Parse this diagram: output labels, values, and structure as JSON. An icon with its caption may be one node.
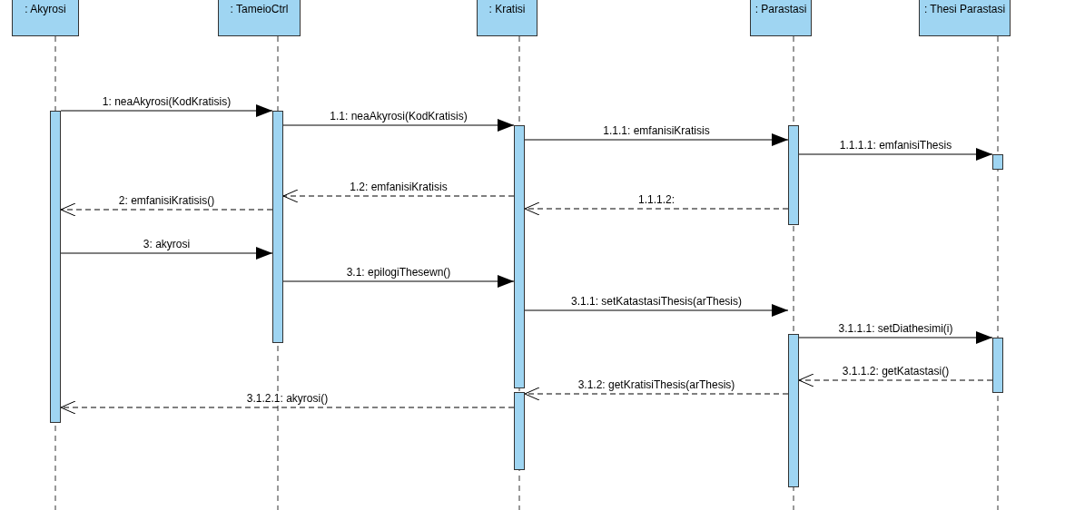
{
  "diagram": {
    "nodes": [
      {
        "text": [
          ": Akyrosi"
        ]
      },
      {
        "text": [
          ": TameioCtrl"
        ]
      },
      {
        "text": [
          ": Kratisi"
        ]
      },
      {
        "text": [
          ": Parastasi"
        ]
      },
      {
        "text": [
          ": Thesi Parastasi"
        ]
      },
      {
        "text": [],
        "shape": "bar"
      },
      {
        "text": [],
        "shape": "bar"
      },
      {
        "text": [],
        "shape": "bar"
      },
      {
        "text": [],
        "shape": "bar"
      },
      {
        "text": [],
        "shape": "bar"
      },
      {
        "text": [],
        "shape": "bar"
      },
      {
        "text": [],
        "shape": "bar"
      },
      {
        "text": [],
        "shape": "bar"
      }
    ],
    "edges": [
      {
        "from": 5,
        "to": 6,
        "arrow": "to",
        "label": "1: neaAkyrosi(KodKratisis)"
      },
      {
        "from": 6,
        "to": 7,
        "arrow": "to",
        "label": "1.1: neaAkyrosi(KodKratisis)"
      },
      {
        "from": 7,
        "to": 9,
        "arrow": "to",
        "label": "1.1.1: emfanisiKratisis"
      },
      {
        "from": 9,
        "to": 11,
        "arrow": "to",
        "label": "1.1.1.1: emfanisiThesis"
      },
      {
        "from": 9,
        "to": 7,
        "arrow": "to",
        "label": "1.1.1.2:",
        "style": "dashed"
      },
      {
        "from": 7,
        "to": 6,
        "arrow": "to",
        "label": "1.2: emfanisiKratisis",
        "style": "dashed"
      },
      {
        "from": 6,
        "to": 5,
        "arrow": "to",
        "label": "2: emfanisiKratisis()",
        "style": "dashed"
      },
      {
        "from": 5,
        "to": 6,
        "arrow": "to",
        "label": "3: akyrosi"
      },
      {
        "from": 6,
        "to": 7,
        "arrow": "to",
        "label": "3.1: epilogiThesewn()"
      },
      {
        "from": 7,
        "to": 10,
        "arrow": "to",
        "label": "3.1.1: setKatastasiThesis(arThesis)"
      },
      {
        "from": 10,
        "to": 12,
        "arrow": "to",
        "label": "3.1.1.1: setDiathesimi(i)"
      },
      {
        "from": 12,
        "to": 10,
        "arrow": "to",
        "label": "3.1.1.2: getKatastasi()",
        "style": "dashed"
      },
      {
        "from": 10,
        "to": 8,
        "arrow": "to",
        "label": "3.1.2: getKratisiThesis(arThesis)",
        "style": "dashed"
      },
      {
        "from": 8,
        "to": 5,
        "arrow": "to",
        "label": "3.1.2.1: akyrosi()",
        "style": "dashed"
      }
    ]
  }
}
